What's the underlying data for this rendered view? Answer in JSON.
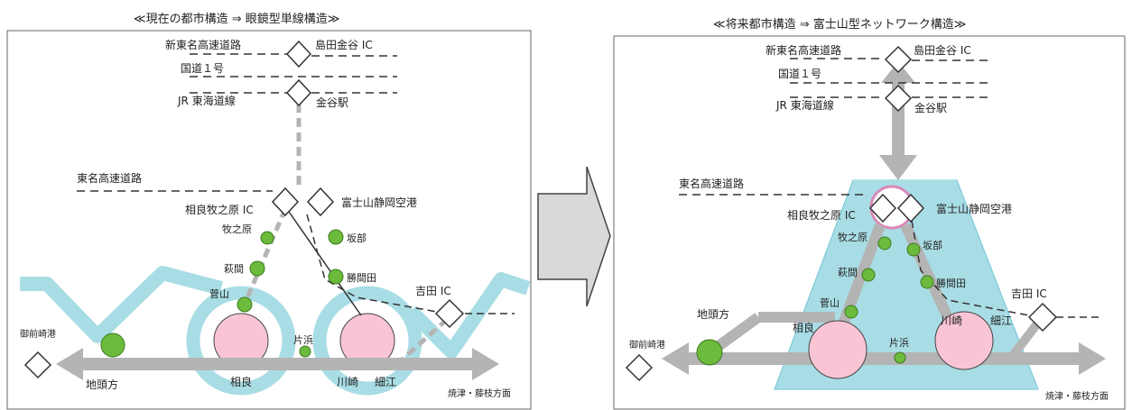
{
  "left_panel": {
    "title": "≪現在の都市構造 ⇒ 眼鏡型単線構造≫",
    "labels": {
      "shintomei": "新東名高速道路",
      "shimada_kanaya_ic": "島田金谷 IC",
      "route1": "国道１号",
      "jr_line": "JR 東海道線",
      "kanaya_station": "金谷駅",
      "tomei": "東名高速道路",
      "sagara_makinohara_ic": "相良牧之原 IC",
      "fuji_airport": "富士山静岡空港",
      "makinohara": "牧之原",
      "sakabe": "坂部",
      "hagima": "萩間",
      "katsumata": "勝間田",
      "sugeyama": "菅山",
      "yoshida_ic": "吉田 IC",
      "katahama": "片浜",
      "omaezaki_port": "御前崎港",
      "jitogata": "地頭方",
      "sagara": "相良",
      "kawasaki": "川崎",
      "hosoe": "細江",
      "yaizu_fujieda": "焼津・藤枝方面"
    }
  },
  "right_panel": {
    "title": "≪将来都市構造 ⇒ 富士山型ネットワーク構造≫",
    "labels": {
      "shintomei": "新東名高速道路",
      "shimada_kanaya_ic": "島田金谷 IC",
      "route1": "国道１号",
      "jr_line": "JR 東海道線",
      "kanaya_station": "金谷駅",
      "tomei": "東名高速道路",
      "sagara_makinohara_ic": "相良牧之原 IC",
      "fuji_airport": "富士山静岡空港",
      "makinohara": "牧之原",
      "sakabe": "坂部",
      "hagima": "萩間",
      "katsumata": "勝間田",
      "sugeyama": "菅山",
      "yoshida_ic": "吉田 IC",
      "jitogata": "地頭方",
      "omaezaki_port": "御前崎港",
      "sagara": "相良",
      "katahama": "片浜",
      "kawasaki": "川崎",
      "hosoe": "細江",
      "yaizu_fujieda": "焼津・藤枝方面"
    }
  },
  "colors": {
    "light_blue": "#a9dde5",
    "pink": "#f9c5d5",
    "green": "#6cbb3c",
    "gray": "#b4b4b4",
    "magenta_ring": "#d88ab8"
  }
}
